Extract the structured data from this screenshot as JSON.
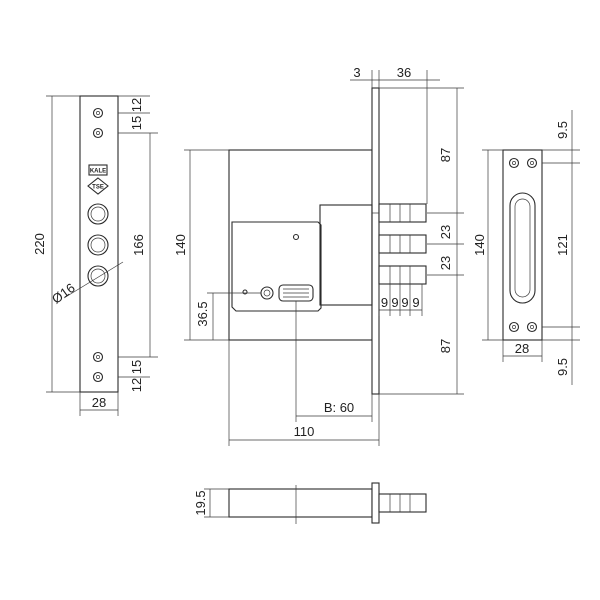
{
  "brand": {
    "logo_text": "KALE",
    "logo_subtext": "TSE"
  },
  "dimensions": {
    "faceplate_height": "220",
    "faceplate_hole_spacing": "166",
    "top_screw_offset": "12",
    "top_screw_spacing": "15",
    "bottom_screw_spacing": "15",
    "bottom_screw_offset": "12",
    "faceplate_width": "28",
    "cylinder_hole_diameter": "Ø16",
    "plate_thickness": "3",
    "bolt_projection": "36",
    "body_height": "140",
    "bolt_zone_height": "87",
    "bolt_spacing_1": "23",
    "bolt_spacing_2": "23",
    "bolt_zone_height_lower": "87",
    "bolt_widths": [
      "9",
      "9",
      "9",
      "9"
    ],
    "keyhole_height": "36.5",
    "backset": "B: 60",
    "body_depth": "110",
    "strike_top_offset": "9.5",
    "strike_height": "140",
    "strike_slot_length": "121",
    "strike_width": "28",
    "strike_bottom_offset": "9.5",
    "body_thickness": "19.5"
  }
}
